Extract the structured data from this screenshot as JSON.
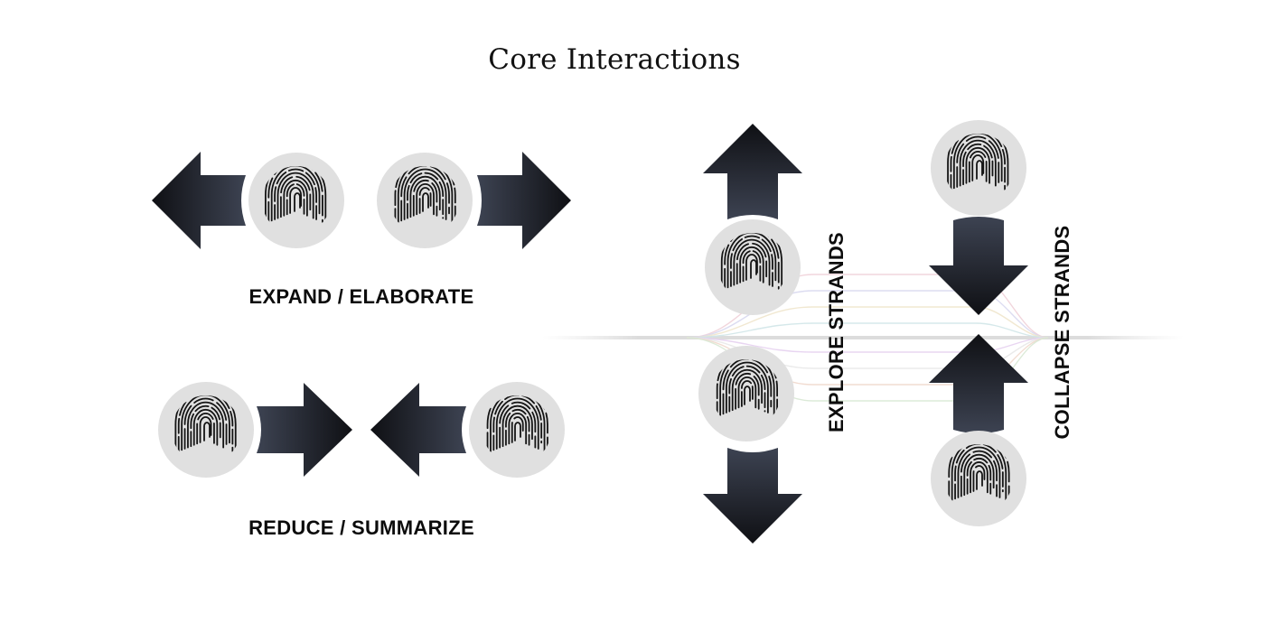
{
  "title": "Core Interactions",
  "labels": {
    "expand": "EXPAND / ELABORATE",
    "reduce": "REDUCE / SUMMARIZE",
    "explore": "EXPLORE  STRANDS",
    "collapse": "COLLAPSE  STRANDS"
  },
  "colors": {
    "arrow_dark": "#111217",
    "arrow_light": "#3b4150",
    "pad": "#e0e0e0",
    "fingerprint": "#141414",
    "text": "#0c0c0c"
  },
  "icons": {
    "pad": "fingerprint-icon",
    "arrow": "arrow-icon"
  }
}
